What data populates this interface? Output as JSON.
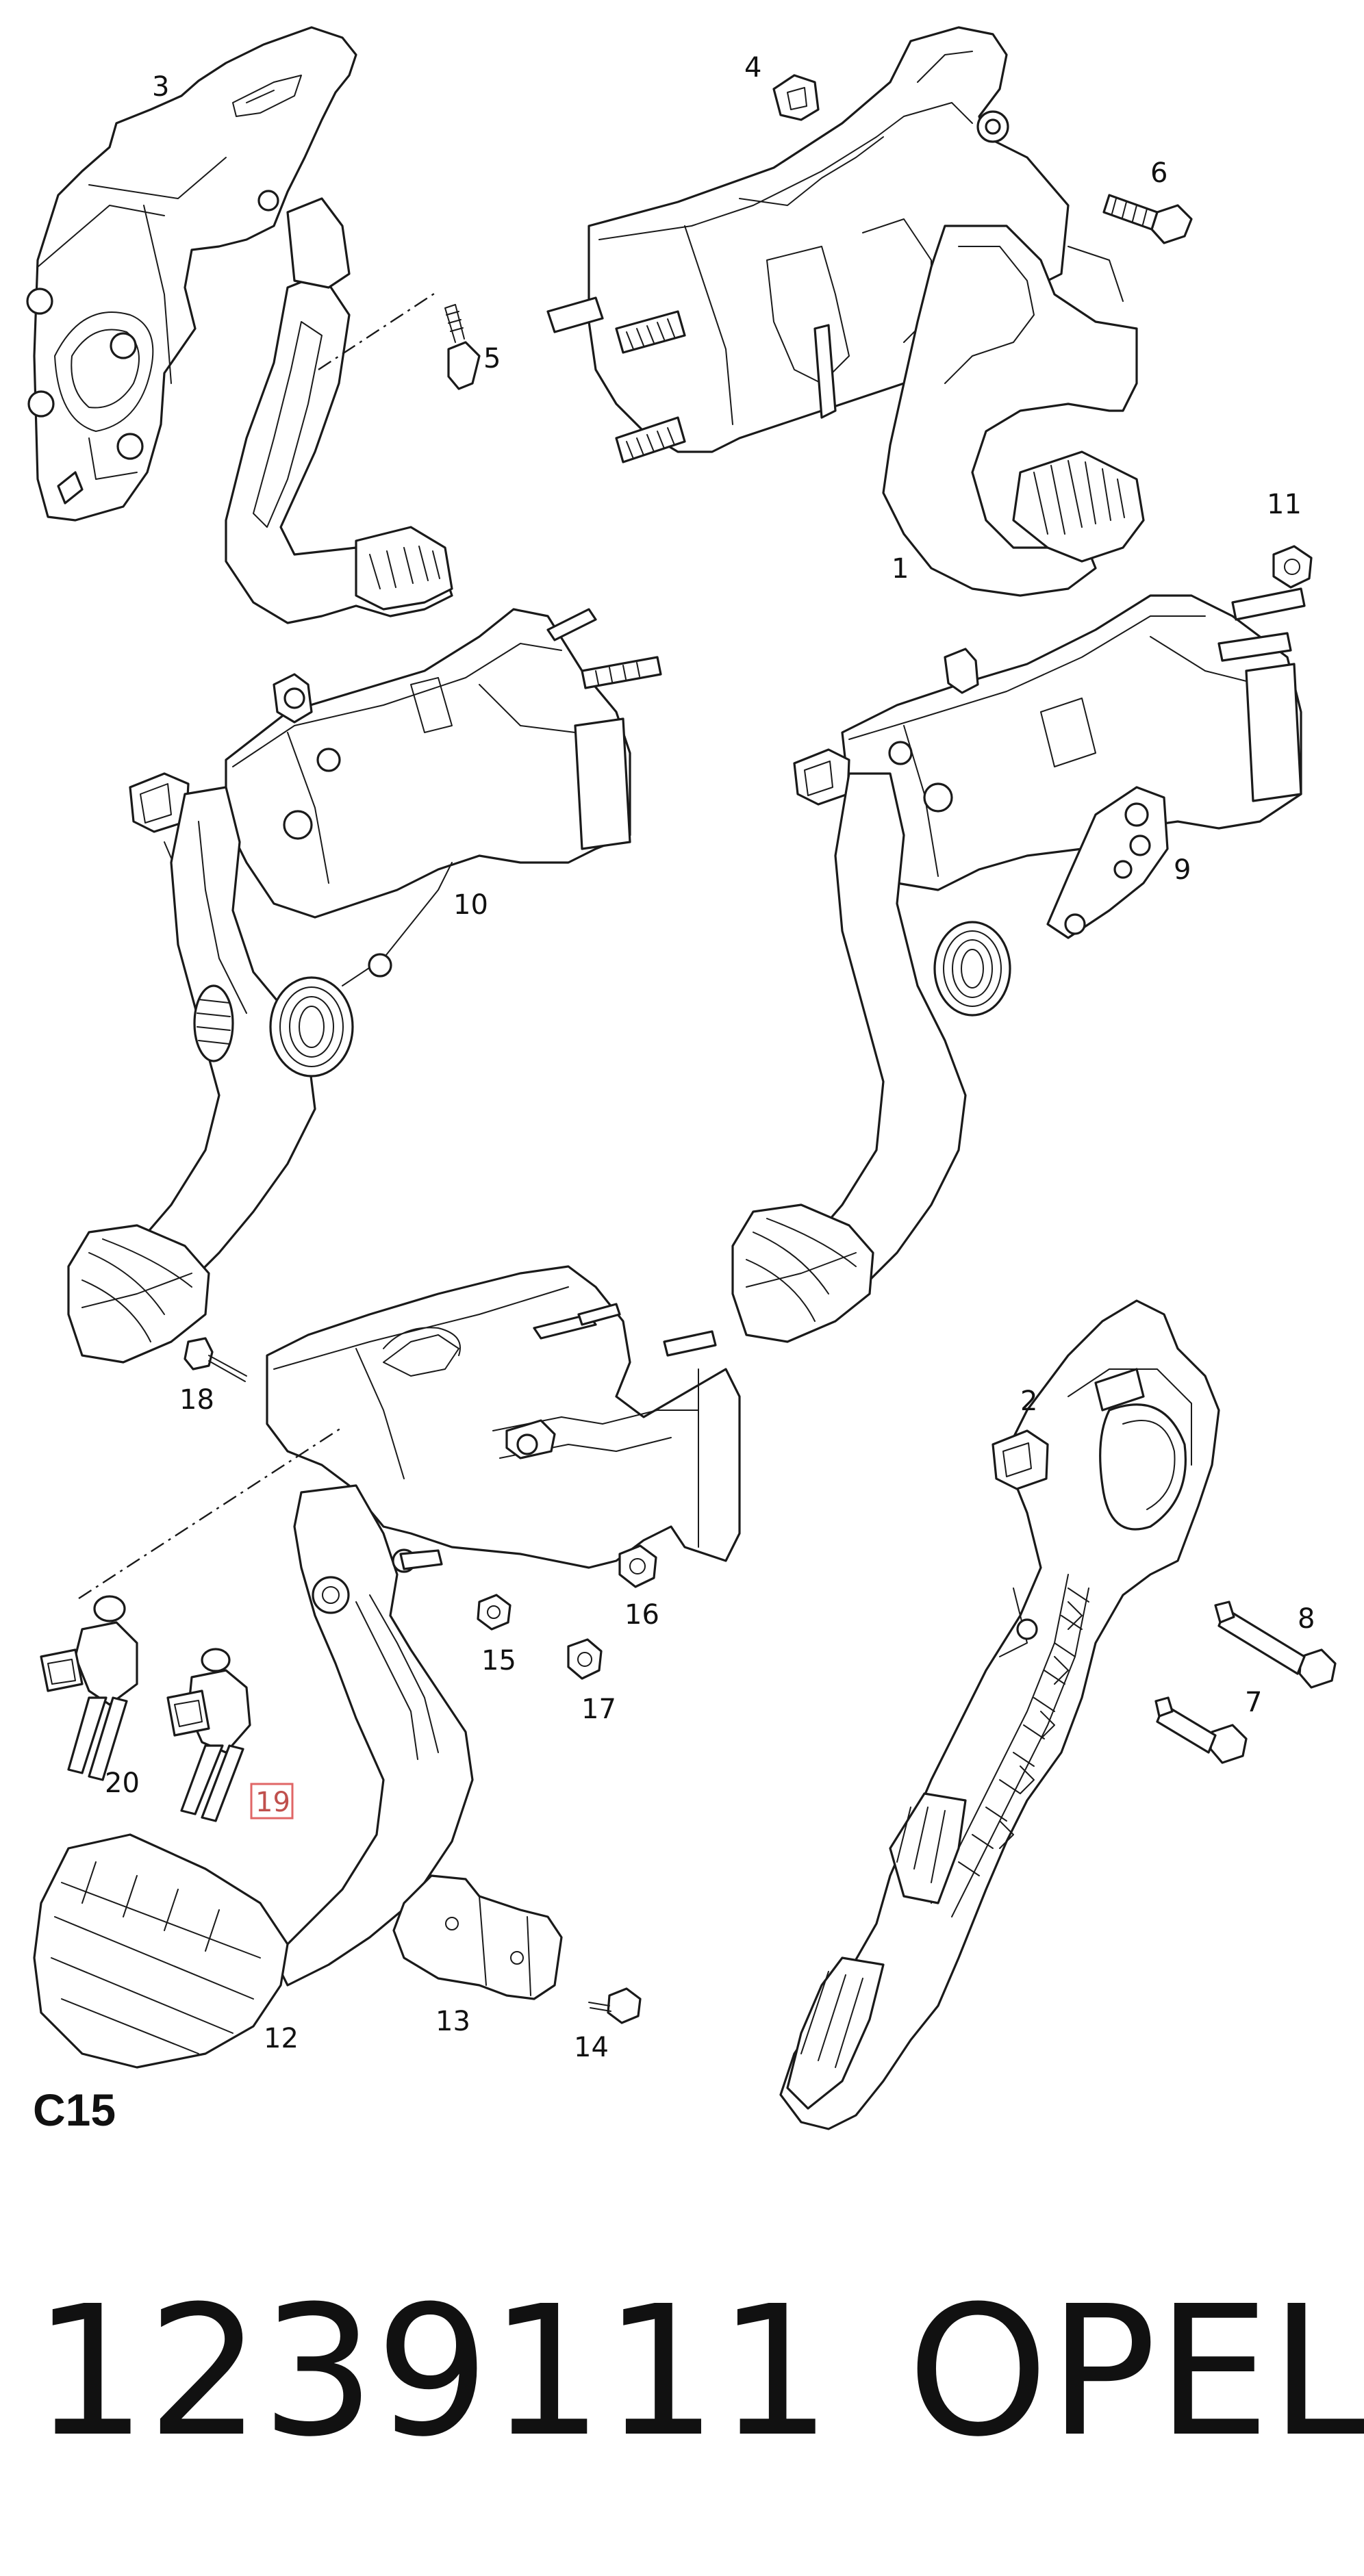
{
  "diagram": {
    "section_code": "C15",
    "callouts": [
      {
        "id": "1",
        "label": "1"
      },
      {
        "id": "2",
        "label": "2"
      },
      {
        "id": "3",
        "label": "3"
      },
      {
        "id": "4",
        "label": "4"
      },
      {
        "id": "5",
        "label": "5"
      },
      {
        "id": "6",
        "label": "6"
      },
      {
        "id": "7",
        "label": "7"
      },
      {
        "id": "8",
        "label": "8"
      },
      {
        "id": "9",
        "label": "9"
      },
      {
        "id": "10",
        "label": "10"
      },
      {
        "id": "11",
        "label": "11"
      },
      {
        "id": "12",
        "label": "12"
      },
      {
        "id": "13",
        "label": "13"
      },
      {
        "id": "14",
        "label": "14"
      },
      {
        "id": "15",
        "label": "15"
      },
      {
        "id": "16",
        "label": "16"
      },
      {
        "id": "17",
        "label": "17"
      },
      {
        "id": "18",
        "label": "18"
      },
      {
        "id": "19",
        "label": "19",
        "highlighted": true
      },
      {
        "id": "20",
        "label": "20"
      }
    ],
    "highlight_color": "#e06666"
  },
  "footer": {
    "part_number": "1239111",
    "brand": "OPEL"
  }
}
